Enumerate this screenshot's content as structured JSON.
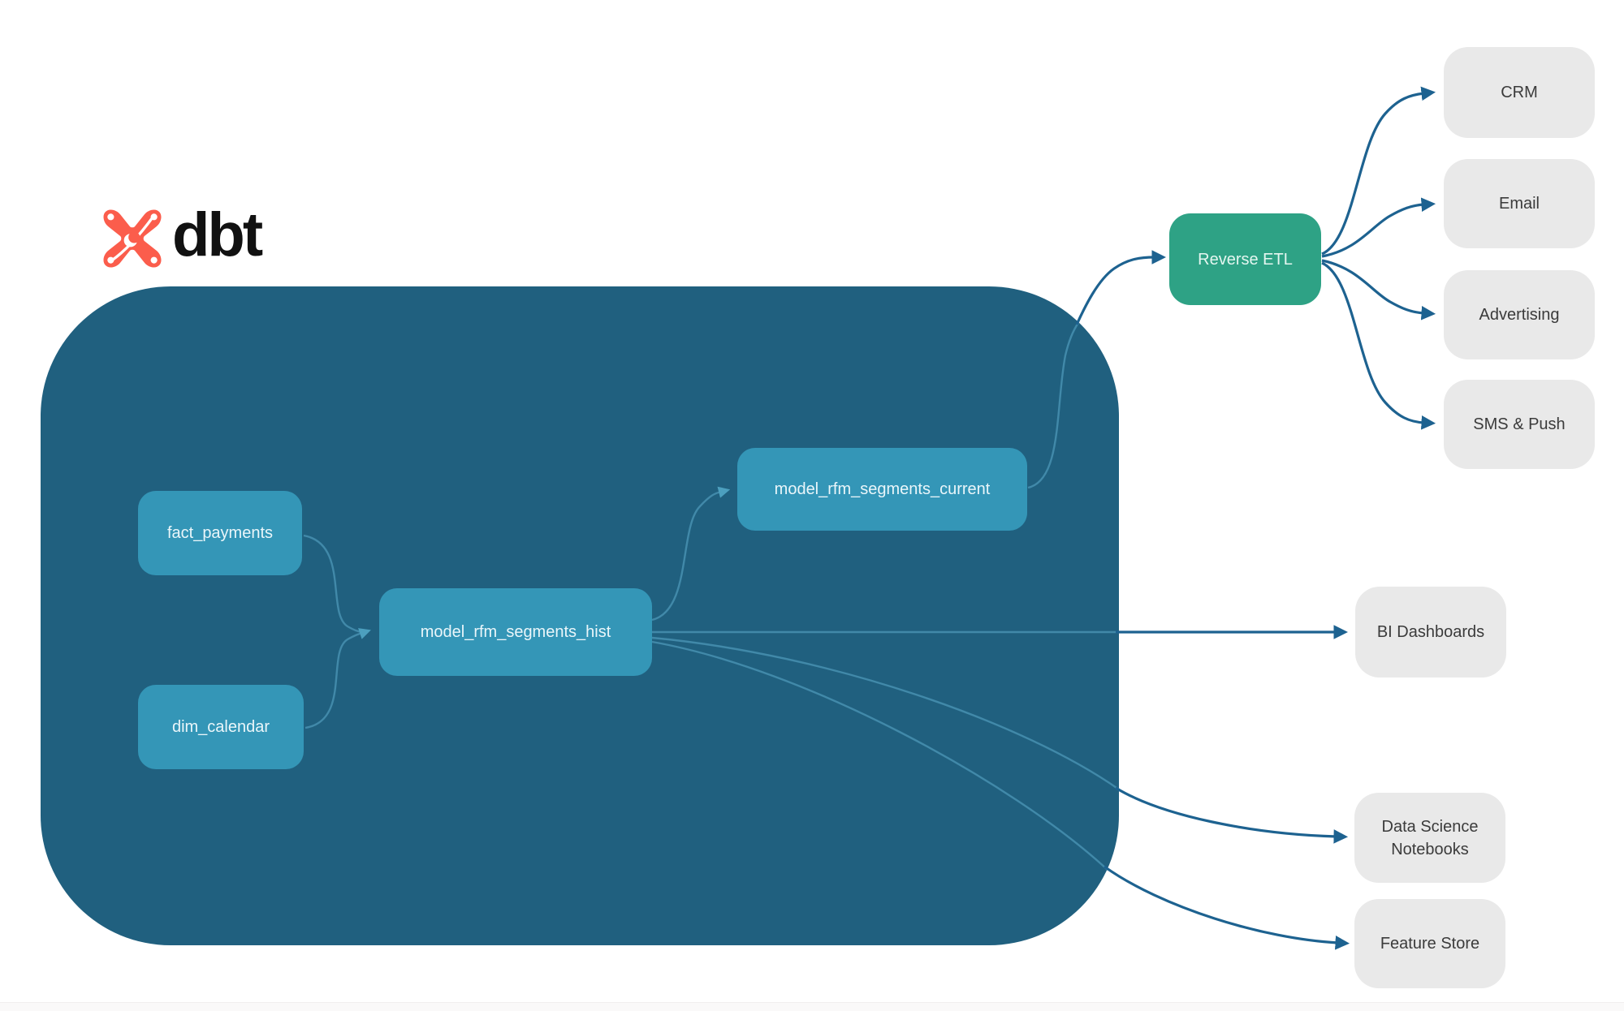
{
  "logo": {
    "brand": "dbt"
  },
  "nodes": {
    "fact_payments": {
      "label": "fact_payments"
    },
    "dim_calendar": {
      "label": "dim_calendar"
    },
    "model_rfm_segments_hist": {
      "label": "model_rfm_segments_hist"
    },
    "model_rfm_segments_current": {
      "label": "model_rfm_segments_current"
    },
    "reverse_etl": {
      "label": "Reverse ETL"
    },
    "crm": {
      "label": "CRM"
    },
    "email": {
      "label": "Email"
    },
    "advertising": {
      "label": "Advertising"
    },
    "sms_push": {
      "label": "SMS & Push"
    },
    "bi_dashboards": {
      "label": "BI Dashboards"
    },
    "data_science_notebooks": {
      "label": "Data Science Notebooks"
    },
    "feature_store": {
      "label": "Feature Store"
    }
  },
  "edges": [
    {
      "from": "fact_payments",
      "to": "model_rfm_segments_hist"
    },
    {
      "from": "dim_calendar",
      "to": "model_rfm_segments_hist"
    },
    {
      "from": "model_rfm_segments_hist",
      "to": "model_rfm_segments_current"
    },
    {
      "from": "model_rfm_segments_current",
      "to": "reverse_etl"
    },
    {
      "from": "reverse_etl",
      "to": "crm"
    },
    {
      "from": "reverse_etl",
      "to": "email"
    },
    {
      "from": "reverse_etl",
      "to": "advertising"
    },
    {
      "from": "reverse_etl",
      "to": "sms_push"
    },
    {
      "from": "model_rfm_segments_hist",
      "to": "bi_dashboards"
    },
    {
      "from": "model_rfm_segments_hist",
      "to": "data_science_notebooks"
    },
    {
      "from": "model_rfm_segments_hist",
      "to": "feature_store"
    }
  ],
  "colors": {
    "container": "#20607F",
    "node": "#3496B7",
    "accent_green": "#2EA285",
    "box_gray": "#E9E9E9",
    "box_text": "#3B3B3B",
    "edge_dark": "#1D6290",
    "edge_light": "#4189A9",
    "edge_light_arrow": "#4C9FBE",
    "logo_orange": "#FB5D4C",
    "logo_text_color": "#111111"
  }
}
